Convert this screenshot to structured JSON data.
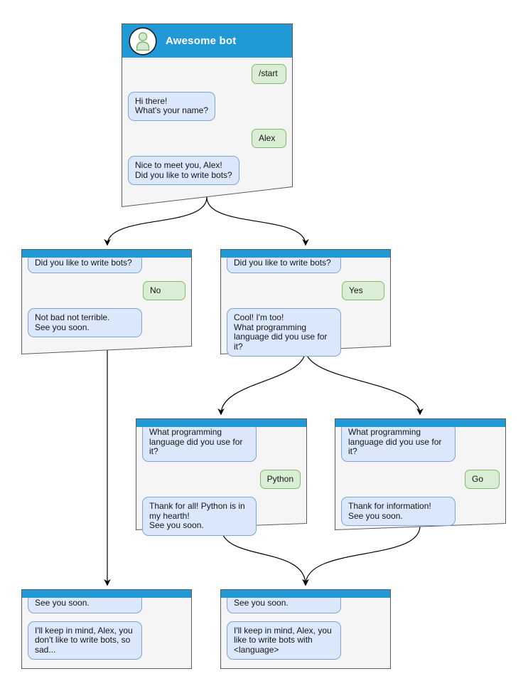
{
  "diagram": {
    "kind": "chat-bot-conversation-flow",
    "colors": {
      "titlebar_blue": "#2199D6",
      "bot_bubble_fill": "#DBE8FB",
      "bot_bubble_border": "#7FA3DB",
      "user_bubble_fill": "#DAEDD5",
      "user_bubble_border": "#84B96E",
      "window_fill": "#F5F5F5",
      "window_border": "#5C5C5C",
      "connector": "#000000"
    },
    "icons": {
      "avatar": "person-icon"
    }
  },
  "windows": {
    "root": {
      "title": "Awesome bot",
      "messages": [
        {
          "from": "user",
          "text": "/start"
        },
        {
          "from": "bot",
          "text": "Hi there!\nWhat's your name?"
        },
        {
          "from": "user",
          "text": "Alex"
        },
        {
          "from": "bot",
          "text": "Nice to meet you, Alex!\nDid you like to write bots?"
        }
      ]
    },
    "no_branch": {
      "messages": [
        {
          "from": "bot",
          "text": "Did you like to write bots?"
        },
        {
          "from": "user",
          "text": "No"
        },
        {
          "from": "bot",
          "text": "Not bad not terrible.\nSee you soon."
        }
      ]
    },
    "yes_branch": {
      "messages": [
        {
          "from": "bot",
          "text": "Did you like to write bots?"
        },
        {
          "from": "user",
          "text": "Yes"
        },
        {
          "from": "bot",
          "text": "Cool! I'm too!\nWhat programming\nlanguage did you use for it?"
        }
      ]
    },
    "python_branch": {
      "messages": [
        {
          "from": "bot",
          "text": "What programming\nlanguage did you use for it?"
        },
        {
          "from": "user",
          "text": "Python"
        },
        {
          "from": "bot",
          "text": "Thank for all! Python is in\nmy hearth!\nSee you soon."
        }
      ]
    },
    "go_branch": {
      "messages": [
        {
          "from": "bot",
          "text": "What programming\nlanguage did you use for it?"
        },
        {
          "from": "user",
          "text": "Go"
        },
        {
          "from": "bot",
          "text": "Thank for information!\nSee you soon."
        }
      ]
    },
    "end_no": {
      "messages": [
        {
          "from": "bot",
          "text": "See you soon."
        },
        {
          "from": "bot",
          "text": "I'll keep in mind, Alex, you\ndon't like to write bots, so\nsad..."
        }
      ]
    },
    "end_yes": {
      "messages": [
        {
          "from": "bot",
          "text": "See you soon."
        },
        {
          "from": "bot",
          "text": "I'll keep in mind, Alex, you\nlike to write bots with\n<language>"
        }
      ]
    }
  }
}
